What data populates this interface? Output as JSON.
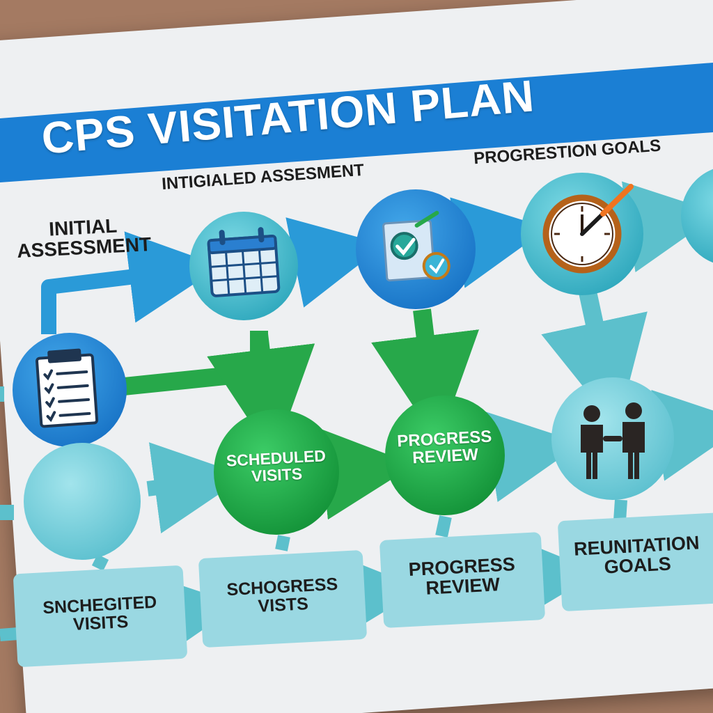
{
  "diagram": {
    "title": "CPS VISITATION PLAN",
    "top_labels": {
      "assessment_heading": "INTIGIALED ASSESMENT",
      "goals_heading": "PROGRESTION GOALS",
      "initial_assessment": [
        "INITIAL",
        "ASSESSMENT"
      ]
    },
    "nodes": {
      "scheduled_visits": [
        "SCHEDULED",
        "VISITS"
      ],
      "progress_review": [
        "PROGRESS",
        "REVIEW"
      ]
    },
    "bottom_boxes": [
      [
        "SNCHEGITED",
        "VISITS"
      ],
      [
        "SCHOGRESS",
        "VISTS"
      ],
      [
        "PROGRESS",
        "REVIEW"
      ],
      [
        "REUNITATION",
        "GOALS"
      ]
    ],
    "icons": [
      "calendar-icon",
      "checklist-approval-icon",
      "clock-icon",
      "clipboard-checklist-icon",
      "people-holding-hands-icon"
    ],
    "colors": {
      "banner": "#1b7fd4",
      "blue_node": "#1f86d6",
      "teal_node": "#3fb4c6",
      "green_node": "#1fa64a",
      "light_teal": "#7fcfd8",
      "arrow_blue": "#2a9ad8",
      "arrow_green": "#27a84a"
    }
  }
}
